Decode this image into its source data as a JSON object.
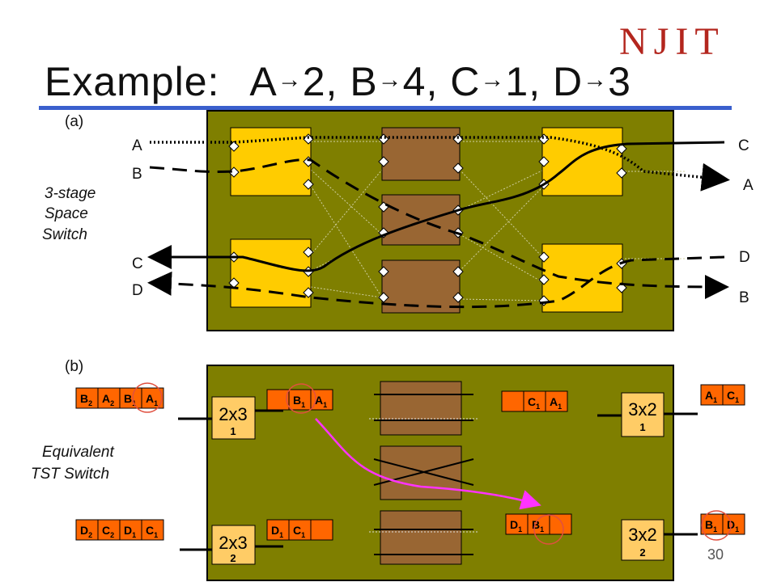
{
  "title": {
    "prefix": "Example:",
    "parts": [
      {
        "from": "A",
        "arrow": "→",
        "to": "2,"
      },
      {
        "from": "B",
        "arrow": "→",
        "to": "4,"
      },
      {
        "from": "C",
        "arrow": "→",
        "to": "1,"
      },
      {
        "from": "D",
        "arrow": "→",
        "to": "3"
      }
    ]
  },
  "logo": "NJIT",
  "part_a": {
    "tag": "(a)",
    "caption": [
      "3-stage",
      "Space",
      "Switch"
    ],
    "inputs": [
      "A",
      "B",
      "C",
      "D"
    ],
    "outputs": [
      "C",
      "A",
      "D",
      "B"
    ]
  },
  "part_b": {
    "tag": "(b)",
    "caption": [
      "Equivalent",
      "TST Switch"
    ],
    "top_input_frame": [
      {
        "l": "B",
        "s": "2"
      },
      {
        "l": "A",
        "s": "2"
      },
      {
        "l": "B",
        "s": "1"
      },
      {
        "l": "A",
        "s": "1"
      }
    ],
    "bottom_input_frame": [
      {
        "l": "D",
        "s": "2"
      },
      {
        "l": "C",
        "s": "2"
      },
      {
        "l": "D",
        "s": "1"
      },
      {
        "l": "C",
        "s": "1"
      }
    ],
    "stage1_top_frame": [
      {
        "l": "B",
        "s": "1"
      },
      {
        "l": "A",
        "s": "1"
      }
    ],
    "stage1_bottom_frame": [
      {
        "l": "D",
        "s": "1"
      },
      {
        "l": "C",
        "s": "1"
      }
    ],
    "stage3_top_frame": [
      {
        "l": "C",
        "s": "1"
      },
      {
        "l": "A",
        "s": "1"
      }
    ],
    "stage3_bottom_frame": [
      {
        "l": "D",
        "s": "1"
      },
      {
        "l": "B",
        "s": "1"
      }
    ],
    "top_output_frame": [
      {
        "l": "A",
        "s": "1"
      },
      {
        "l": "C",
        "s": "1"
      }
    ],
    "bottom_output_frame": [
      {
        "l": "B",
        "s": "1"
      },
      {
        "l": "D",
        "s": "1"
      }
    ],
    "switch_labels": {
      "in_top": "2x3",
      "in_top_n": "1",
      "in_bottom": "2x3",
      "in_bottom_n": "2",
      "out_top": "3x2",
      "out_top_n": "1",
      "out_bottom": "3x2",
      "out_bottom_n": "2"
    }
  },
  "slide_number": "30",
  "colors": {
    "panel": "#7f7f00",
    "yellow_box": "#ffcc00",
    "brown_box": "#996633",
    "slot_orange": "#ff6600",
    "switch_yellow": "#ffcc66",
    "accent_blue": "#3a5fcd",
    "logo_red": "#b3261e",
    "highlight": "#ff00ff"
  }
}
